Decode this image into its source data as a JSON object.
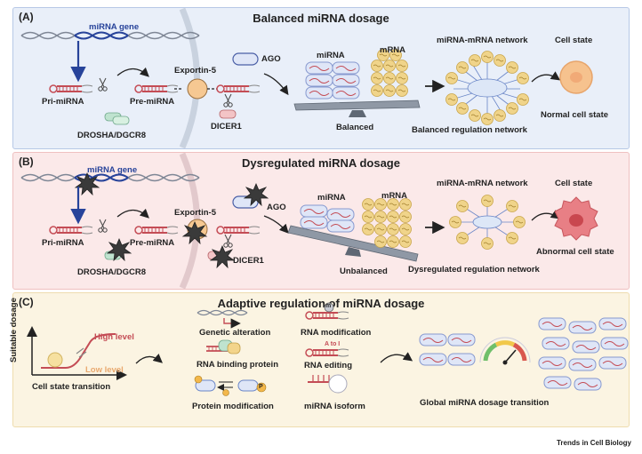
{
  "panel_a": {
    "label": "(A)",
    "title": "Balanced miRNA dosage",
    "gene": "miRNA gene",
    "pri": "Pri-miRNA",
    "pre": "Pre-miRNA",
    "drosha": "DROSHA/DGCR8",
    "exportin": "Exportin-5",
    "ago": "AGO",
    "dicer": "DICER1",
    "mirna": "miRNA",
    "mrna": "mRNA",
    "balance": "Balanced",
    "network": "miRNA-mRNA network",
    "network_caption": "Balanced regulation network",
    "cell_state": "Cell state",
    "cell_caption": "Normal cell state"
  },
  "panel_b": {
    "label": "(B)",
    "title": "Dysregulated miRNA dosage",
    "gene": "miRNA gene",
    "pri": "Pri-miRNA",
    "pre": "Pre-miRNA",
    "drosha": "DROSHA/DGCR8",
    "exportin": "Exportin-5",
    "ago": "AGO",
    "dicer": "DICER1",
    "mirna": "miRNA",
    "mrna": "mRNA",
    "balance": "Unbalanced",
    "network": "miRNA-mRNA network",
    "network_caption": "Dysregulated regulation network",
    "cell_state": "Cell state",
    "cell_caption": "Abnormal cell state"
  },
  "panel_c": {
    "label": "(C)",
    "title": "Adaptive regulation of miRNA dosage",
    "y_axis": "Suitable dosage",
    "x_axis": "Cell state transition",
    "high": "High level",
    "low": "Low level",
    "mechanisms": {
      "genetic": "Genetic alteration",
      "rna_mod": "RNA modification",
      "rbp": "RNA binding protein",
      "editing": "RNA editing",
      "editing_tag": "A to I",
      "protein_mod": "Protein modification",
      "isoform": "miRNA isoform",
      "m_badge": "m",
      "p_badge": "P"
    },
    "global": "Global miRNA dosage transition"
  },
  "mrna_tag": "mRNA",
  "footer": "Trends in Cell Biology",
  "colors": {
    "panel_a_bg": "#e9eff9",
    "panel_b_bg": "#fbe9e9",
    "panel_c_bg": "#fbf4e2",
    "gene_blue": "#27439a",
    "rna_red": "#c44c55",
    "mrna_gold": "#f0d48a",
    "cell_normal": "#f6c28e",
    "cell_abnormal": "#e87f85"
  }
}
